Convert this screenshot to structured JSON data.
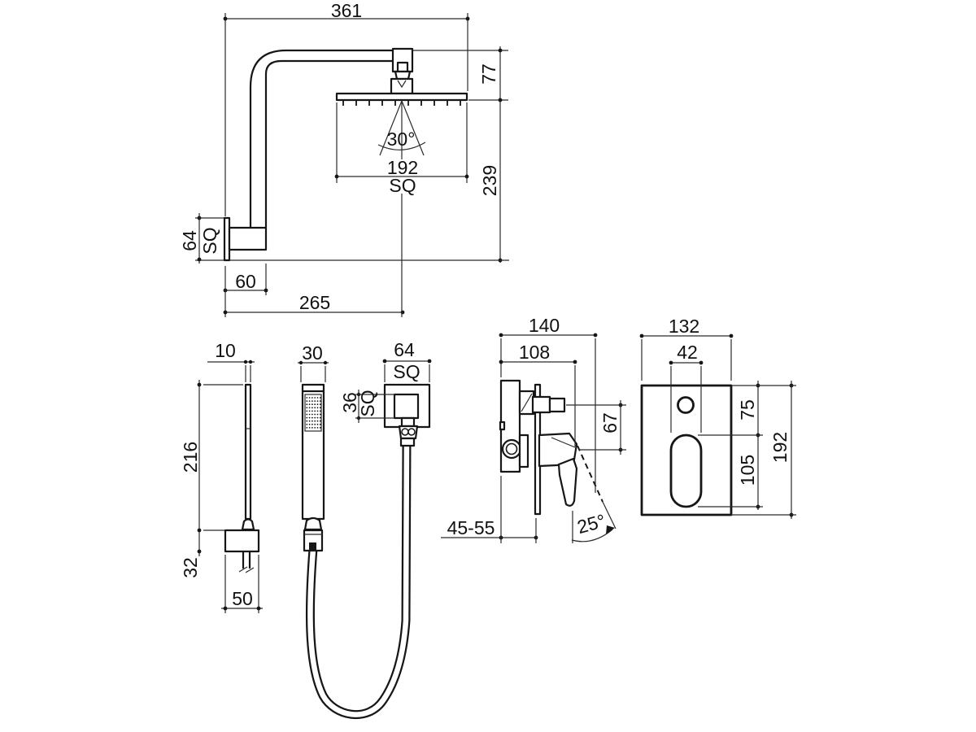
{
  "figures": {
    "overhead": {
      "arm_reach": "361",
      "head_offset": "77",
      "drop_height": "239",
      "head_width": "192",
      "head_shape": "SQ",
      "spray_angle": "30°",
      "flange_size": "64",
      "flange_shape": "SQ",
      "wall_clearance": "60",
      "arm_projection": "265"
    },
    "hand_shower_side": {
      "handset_depth": "10",
      "handset_length": "216",
      "bracket_height": "32",
      "bracket_width": "50"
    },
    "hand_shower_front": {
      "handset_width": "30"
    },
    "wall_elbow": {
      "flange_size": "64",
      "flange_shape": "SQ",
      "body_size": "36",
      "body_shape": "SQ"
    },
    "mixer": {
      "total_depth": "140",
      "body_depth": "108",
      "outlet_to_handle": "67",
      "rough_in_depth": "45-55",
      "handle_swing": "25°"
    },
    "back_plate": {
      "plate_width": "132",
      "cutout_width": "42",
      "top_to_cutout": "75",
      "cutout_height": "105",
      "plate_height": "192"
    }
  }
}
